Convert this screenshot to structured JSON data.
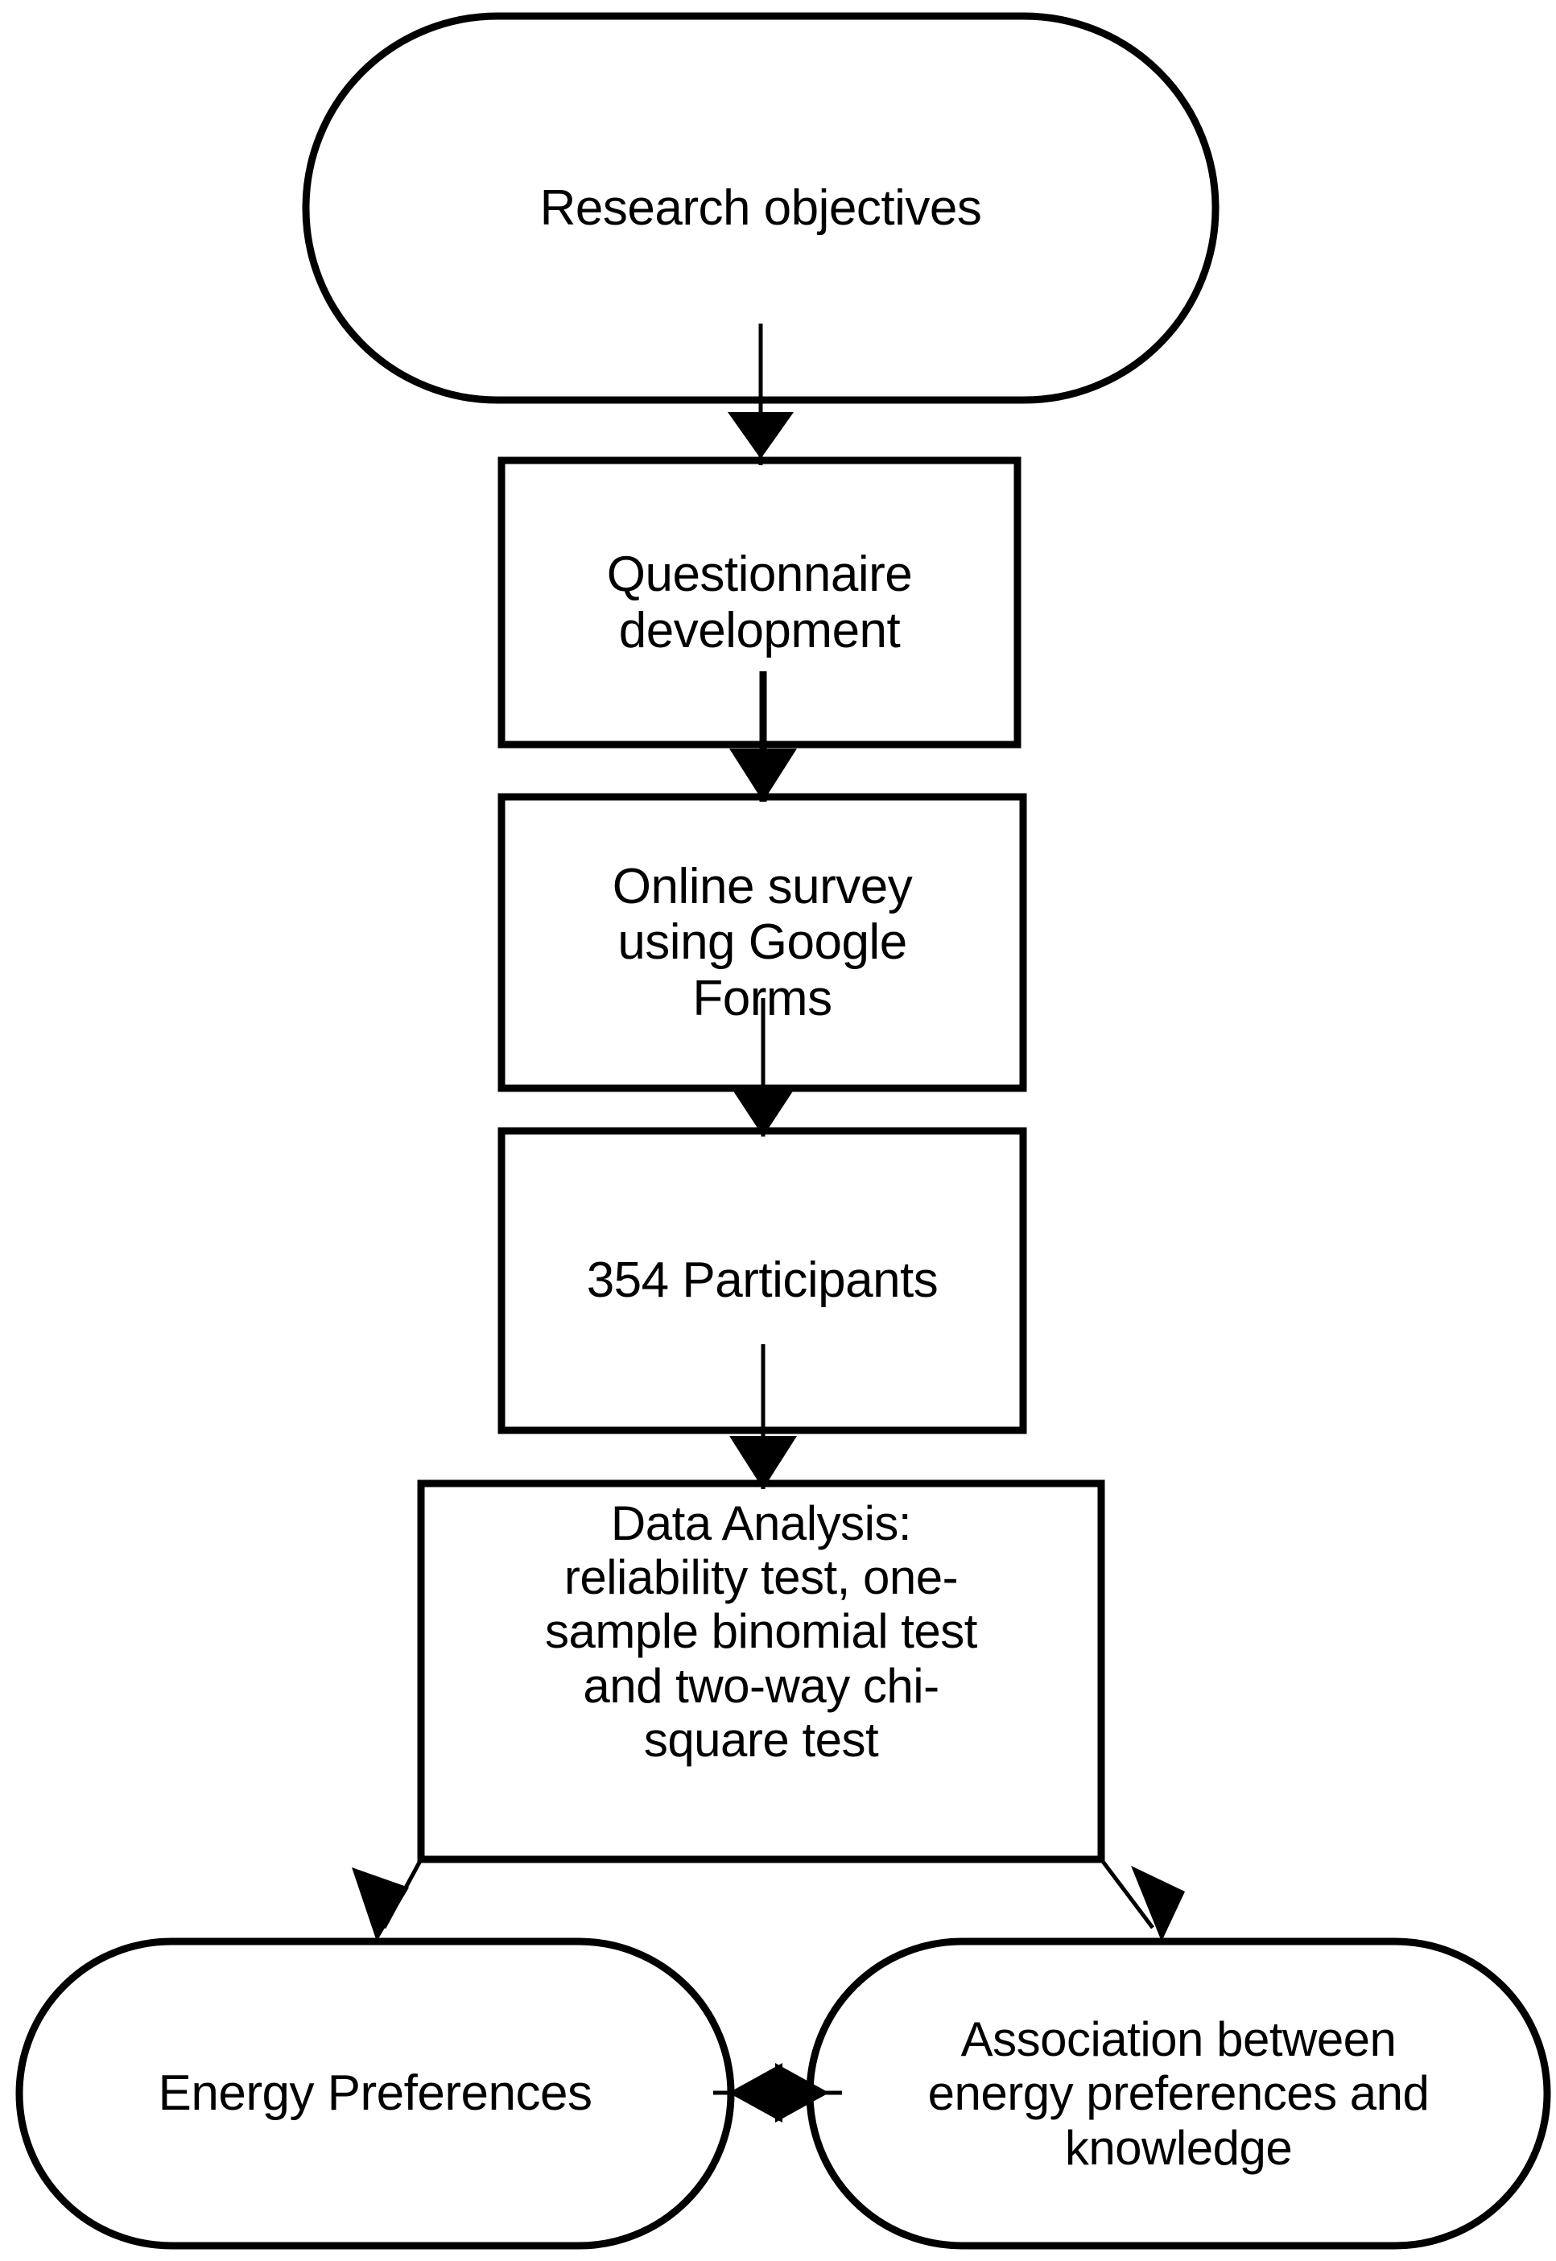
{
  "diagram": {
    "title": "Research methodology flowchart",
    "background_color": "#ffffff",
    "line_color": "#000000",
    "nodes": [
      {
        "id": "research-objectives",
        "label": "Research objectives",
        "shape": "rounded-rectangle"
      },
      {
        "id": "questionnaire-development",
        "label": "Questionnaire\ndevelopment",
        "shape": "rectangle"
      },
      {
        "id": "online-survey",
        "label": "Online survey\nusing Google\nForms",
        "shape": "rectangle"
      },
      {
        "id": "participants",
        "label": "354 Participants",
        "shape": "rectangle"
      },
      {
        "id": "data-analysis",
        "label": "Data Analysis:\nreliability test, one-\nsample binomial test\nand two-way chi-\nsquare test",
        "shape": "rectangle"
      },
      {
        "id": "energy-preferences",
        "label": "Energy Preferences",
        "shape": "rounded-rectangle"
      },
      {
        "id": "association",
        "label": "Association between\nenergy preferences and\nknowledge",
        "shape": "rounded-rectangle"
      }
    ],
    "edges": [
      {
        "from": "research-objectives",
        "to": "questionnaire-development",
        "type": "arrow-down"
      },
      {
        "from": "questionnaire-development",
        "to": "online-survey",
        "type": "arrow-down"
      },
      {
        "from": "online-survey",
        "to": "participants",
        "type": "arrow-down"
      },
      {
        "from": "participants",
        "to": "data-analysis",
        "type": "arrow-down"
      },
      {
        "from": "data-analysis",
        "to": "energy-preferences",
        "type": "arrow-diagonal-left"
      },
      {
        "from": "data-analysis",
        "to": "association",
        "type": "arrow-diagonal-right"
      },
      {
        "from": "energy-preferences",
        "to": "association",
        "type": "double-headed-arrow"
      }
    ]
  }
}
